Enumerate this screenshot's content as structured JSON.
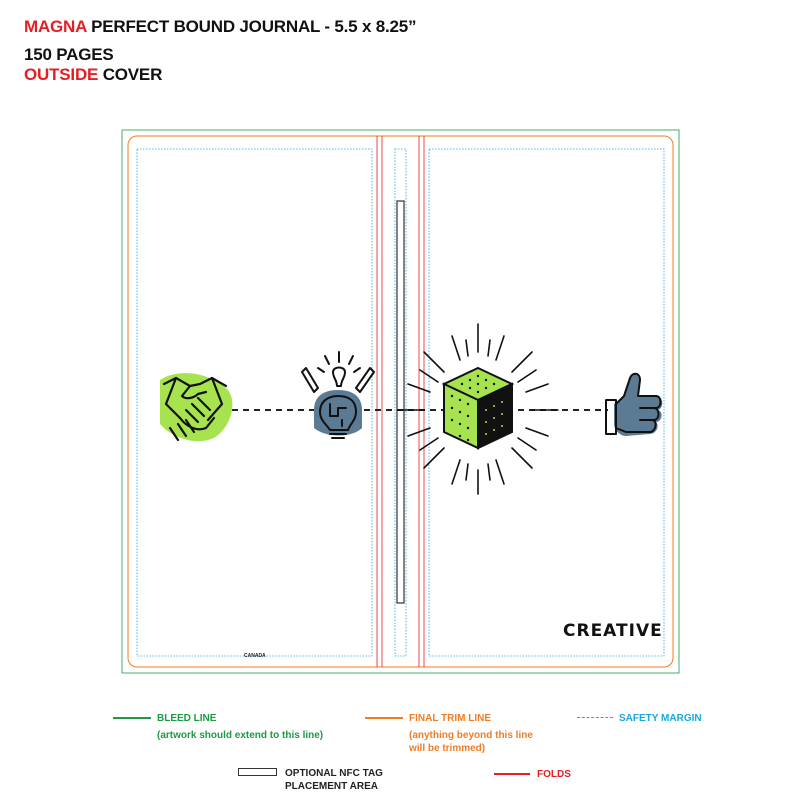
{
  "header": {
    "line1_brand": "MAGNA",
    "line1_rest": " PERFECT BOUND JOURNAL - 5.5 x 8.25”",
    "line2": "150 PAGES",
    "line3_highlight": "OUTSIDE",
    "line3_rest": " COVER"
  },
  "cover": {
    "back_text": "CANADA",
    "front_text": "CREATIVE",
    "artwork_icons": [
      "handshake-icon",
      "lightbulb-brain-icon",
      "cube-burst-icon",
      "thumbs-up-icon"
    ]
  },
  "legend": {
    "bleed_title": "BLEED LINE",
    "bleed_note": "(artwork should extend to this line)",
    "trim_title": "FINAL TRIM LINE",
    "trim_note_1": "(anything beyond this line",
    "trim_note_2": "will be trimmed)",
    "safety_title": "SAFETY MARGIN",
    "nfc_title_1": "OPTIONAL NFC TAG",
    "nfc_title_2": "PLACEMENT AREA",
    "folds_title": "FOLDS"
  },
  "colors": {
    "bleed": "#1c9a45",
    "trim": "#f07d24",
    "safety": "#1aa8dc",
    "fold": "#e31e24",
    "accent_green": "#a6e34f",
    "accent_slate": "#5b7a93"
  }
}
